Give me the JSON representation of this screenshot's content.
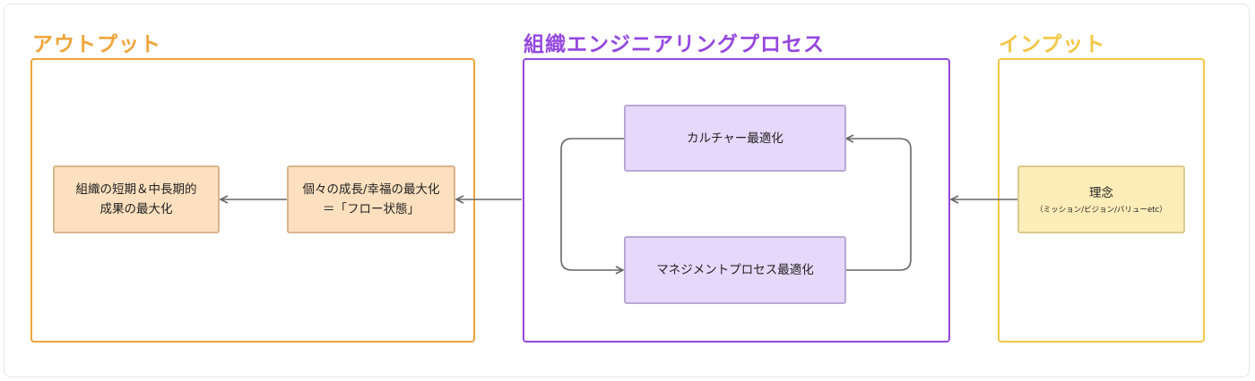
{
  "colors": {
    "output": "#f0a43a",
    "process": "#9547e0",
    "input": "#f2c744",
    "output_node_fill": "#fde0bf",
    "output_node_border": "#d9b58d",
    "process_node_fill": "#e6d8fb",
    "process_node_border": "#b9a8d6",
    "input_node_fill": "#fdedb8",
    "input_node_border": "#dcc98d",
    "edge": "#666666"
  },
  "groups": {
    "output": {
      "title": "アウトプット"
    },
    "process": {
      "title": "組織エンジニアリングプロセス"
    },
    "input": {
      "title": "インプット"
    }
  },
  "nodes": {
    "outcome": {
      "line1": "組織の短期＆中長期的",
      "line2": "成果の最大化"
    },
    "flow": {
      "line1": "個々の成長/幸福の最大化",
      "line2": "＝「フロー状態」"
    },
    "culture": {
      "line1": "カルチャー最適化"
    },
    "management": {
      "line1": "マネジメントプロセス最適化"
    },
    "philosophy": {
      "line1": "理念",
      "line2": "（ミッション/ビジョン/バリューetc）"
    }
  }
}
